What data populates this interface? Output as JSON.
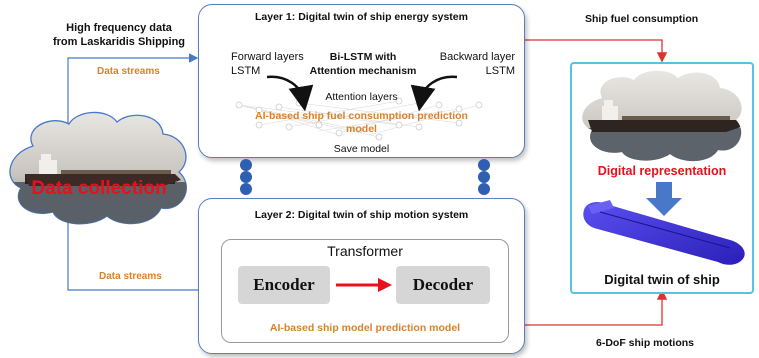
{
  "source": {
    "title_line1": "High frequency data",
    "title_line2": "from Laskaridis Shipping",
    "cloud_label": "Data collection",
    "stream_top_label": "Data streams",
    "stream_bottom_label": "Data streams"
  },
  "layer1": {
    "title": "Layer 1: Digital twin of ship energy system",
    "forward_line1": "Forward layers",
    "forward_line2": "LSTM",
    "center_line1": "Bi-LSTM with",
    "center_line2": "Attention mechanism",
    "backward_line1": "Backward layer",
    "backward_line2": "LSTM",
    "attention_label": "Attention layers",
    "model_line1": "AI-based ship fuel consumption prediction",
    "model_line2": "model",
    "save_label": "Save model"
  },
  "layer2": {
    "title": "Layer 2: Digital twin of ship motion system",
    "transformer_label": "Transformer",
    "encoder_label": "Encoder",
    "decoder_label": "Decoder",
    "model_label": "AI-based ship model prediction model"
  },
  "right": {
    "fuel_label": "Ship fuel consumption",
    "representation_label": "Digital representation",
    "twin_label": "Digital twin of ship",
    "motions_label": "6-DoF ship motions"
  },
  "colors": {
    "box_border": "#5b7fb8",
    "arrow_red": "#e03030",
    "arrow_blue": "#4a78c8",
    "orange_text": "#d9822b",
    "red_text": "#e8101a",
    "right_border": "#56c4e0",
    "hull_purple": "#3a2fd8",
    "connector_blue": "#2f5fb0"
  }
}
